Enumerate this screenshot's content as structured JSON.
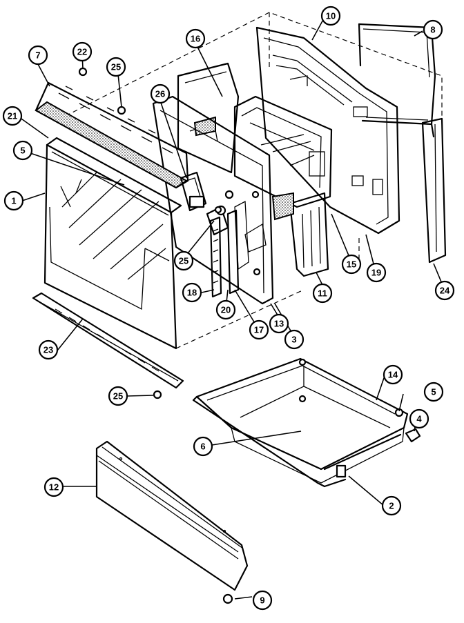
{
  "callouts": [
    {
      "id": "c1",
      "label": "1"
    },
    {
      "id": "c2",
      "label": "2"
    },
    {
      "id": "c3",
      "label": "3"
    },
    {
      "id": "c4",
      "label": "4"
    },
    {
      "id": "c5a",
      "label": "5"
    },
    {
      "id": "c5b",
      "label": "5"
    },
    {
      "id": "c6",
      "label": "6"
    },
    {
      "id": "c7",
      "label": "7"
    },
    {
      "id": "c8",
      "label": "8"
    },
    {
      "id": "c9",
      "label": "9"
    },
    {
      "id": "c10",
      "label": "10"
    },
    {
      "id": "c11",
      "label": "11"
    },
    {
      "id": "c12",
      "label": "12"
    },
    {
      "id": "c13",
      "label": "13"
    },
    {
      "id": "c14",
      "label": "14"
    },
    {
      "id": "c15",
      "label": "15"
    },
    {
      "id": "c16",
      "label": "16"
    },
    {
      "id": "c17",
      "label": "17"
    },
    {
      "id": "c18",
      "label": "18"
    },
    {
      "id": "c19",
      "label": "19"
    },
    {
      "id": "c20",
      "label": "20"
    },
    {
      "id": "c21",
      "label": "21"
    },
    {
      "id": "c22",
      "label": "22"
    },
    {
      "id": "c23",
      "label": "23"
    },
    {
      "id": "c24",
      "label": "24"
    },
    {
      "id": "c25a",
      "label": "25"
    },
    {
      "id": "c25b",
      "label": "25"
    },
    {
      "id": "c25c",
      "label": "25"
    },
    {
      "id": "c26",
      "label": "26"
    }
  ]
}
